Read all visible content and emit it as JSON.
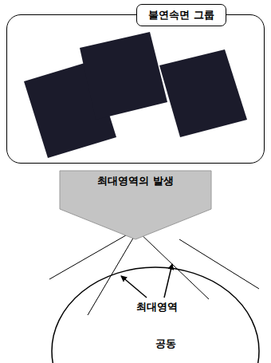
{
  "diagram": {
    "nodes": [
      {
        "text": [
          "불연속면 그룹"
        ]
      },
      {
        "text": [
          "공동"
        ]
      }
    ],
    "edges": [
      {
        "from": 0,
        "to": 1,
        "arrow": "to",
        "label": "최대영역의 발생"
      }
    ],
    "labels": [
      "최대영역"
    ]
  }
}
